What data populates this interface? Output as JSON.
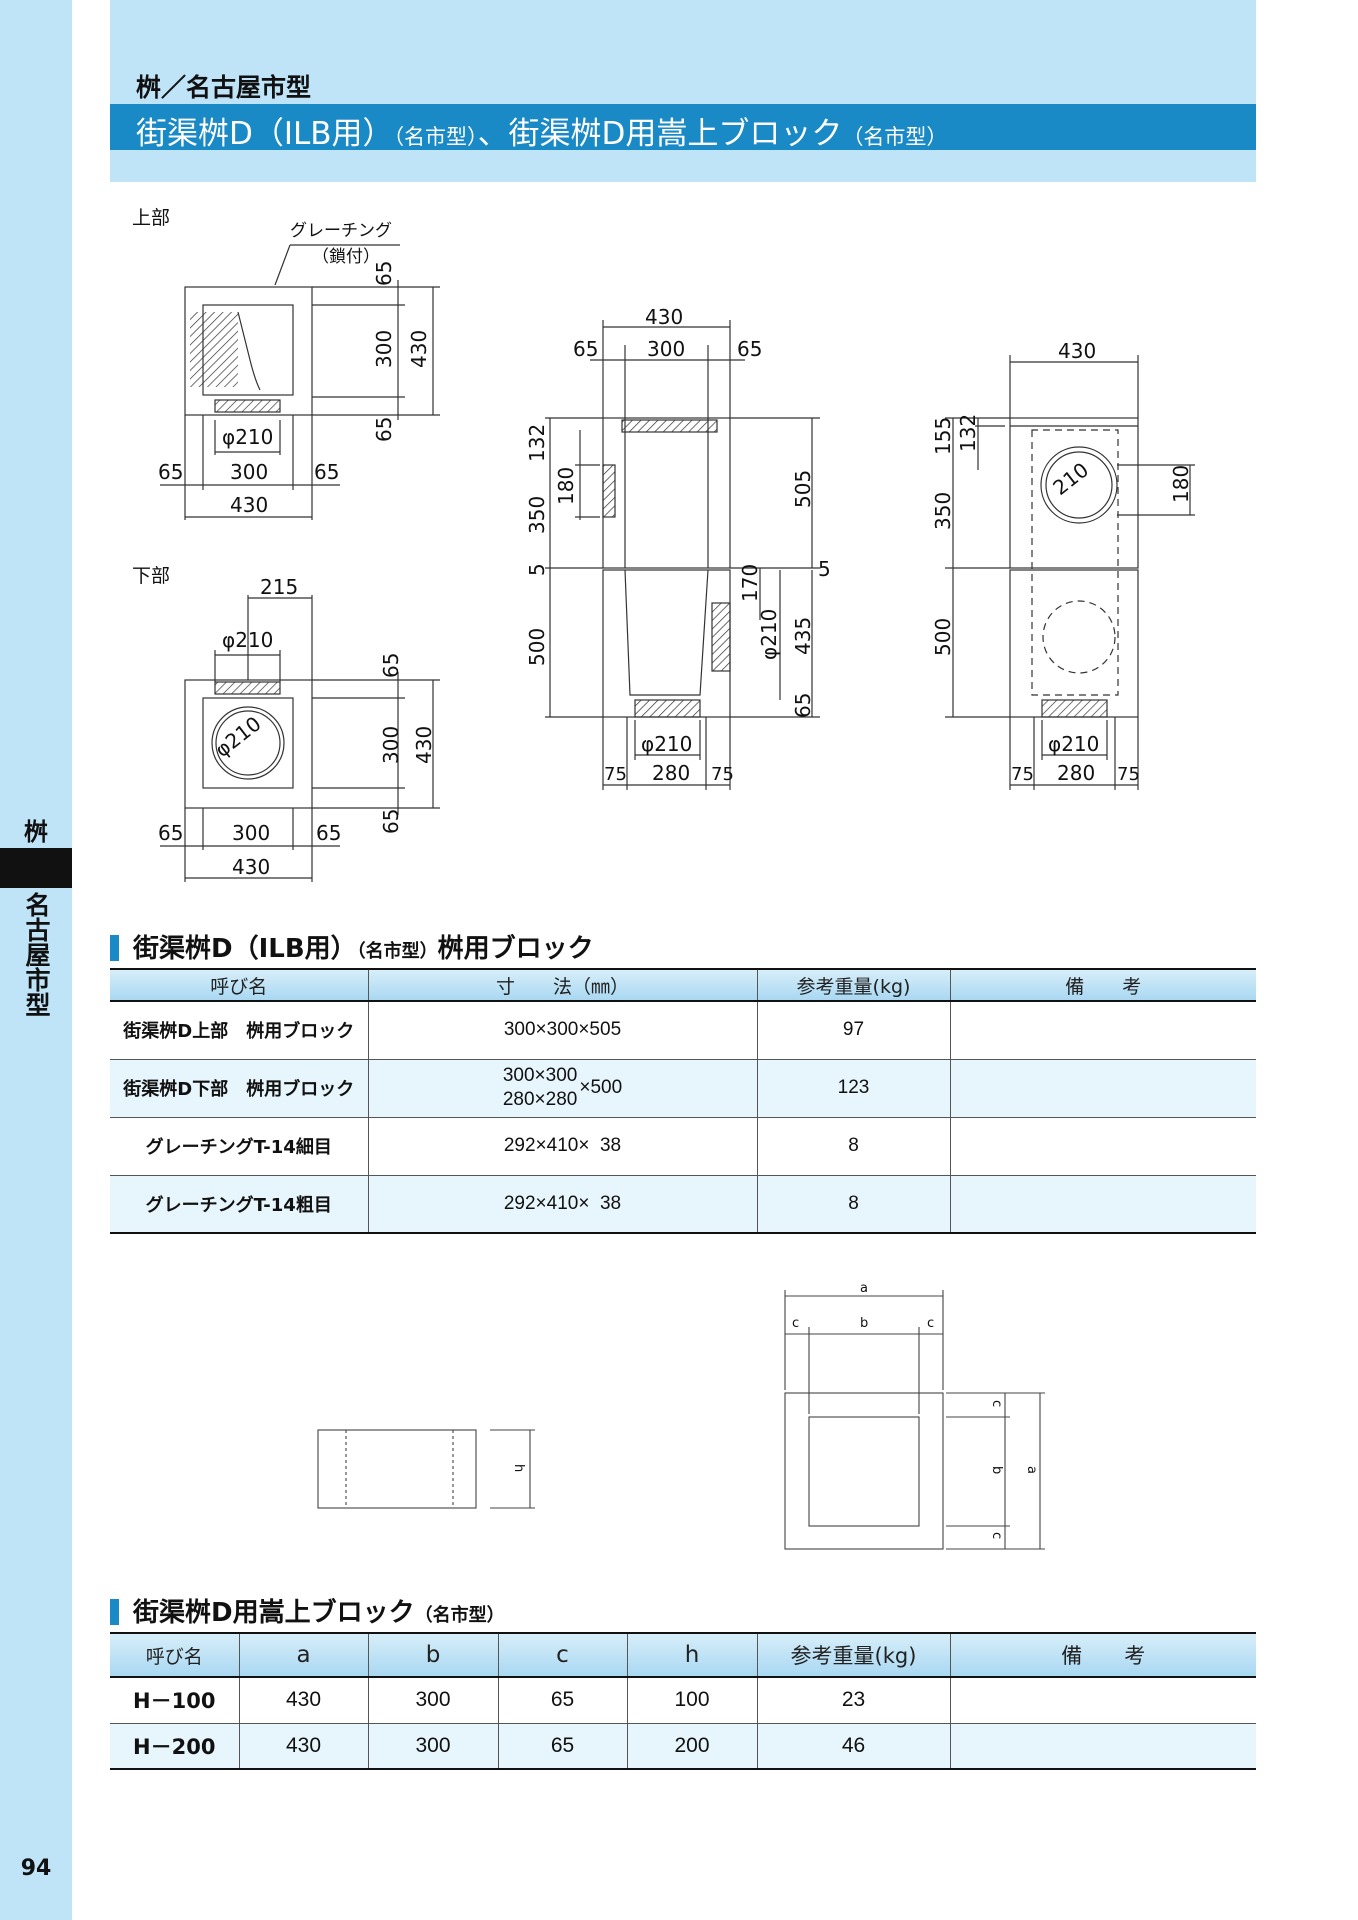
{
  "sidebar": {
    "category": "桝",
    "subcategory": "名古屋市型",
    "page_number": "94"
  },
  "header": {
    "category_title": "桝／名古屋市型",
    "title_main": "街渠桝D（ILB用）",
    "title_note1": "（名市型）",
    "title_mid": "、街渠桝D用嵩上ブロック",
    "title_note2": "（名市型）"
  },
  "drawing": {
    "label_top": "上部",
    "label_bottom": "下部",
    "grating_label": "グレーチング",
    "grating_sub": "（鎖付）",
    "dims": {
      "d65": "65",
      "d300": "300",
      "d430": "430",
      "d210": "φ210",
      "d215": "215",
      "d132": "132",
      "d180": "180",
      "d350": "350",
      "d5": "5",
      "d500": "500",
      "d505": "505",
      "d170": "170",
      "d435": "435",
      "d75": "75",
      "d280": "280",
      "d155": "155",
      "r210": "210"
    },
    "letters": {
      "a": "a",
      "b": "b",
      "c": "c",
      "h": "h"
    }
  },
  "section1": {
    "title_main": "街渠桝D（ILB用）",
    "title_note": "（名市型）",
    "title_tail": "桝用ブロック",
    "headers": [
      "呼び名",
      "寸　　法（㎜）",
      "参考重量(kg)",
      "備　　考"
    ],
    "rows": [
      {
        "name": "街渠桝D上部　桝用ブロック",
        "dim1": "300×300×505",
        "dim2": "",
        "weight": "97",
        "note": ""
      },
      {
        "name": "街渠桝D下部　桝用ブロック",
        "dim1": "300×300",
        "dim2": "280×280",
        "dim_suffix": "×500",
        "weight": "123",
        "note": ""
      },
      {
        "name": "グレーチングT-14細目",
        "dim1": "292×410×  38",
        "dim2": "",
        "weight": "8",
        "note": ""
      },
      {
        "name": "グレーチングT-14粗目",
        "dim1": "292×410×  38",
        "dim2": "",
        "weight": "8",
        "note": ""
      }
    ]
  },
  "section2": {
    "title_main": "街渠桝D用嵩上ブロック",
    "title_note": "（名市型）",
    "headers": [
      "呼び名",
      "a",
      "b",
      "c",
      "h",
      "参考重量(kg)",
      "備　　考"
    ],
    "rows": [
      [
        "H－100",
        "430",
        "300",
        "65",
        "100",
        "23",
        ""
      ],
      [
        "H－200",
        "430",
        "300",
        "65",
        "200",
        "46",
        ""
      ]
    ]
  }
}
